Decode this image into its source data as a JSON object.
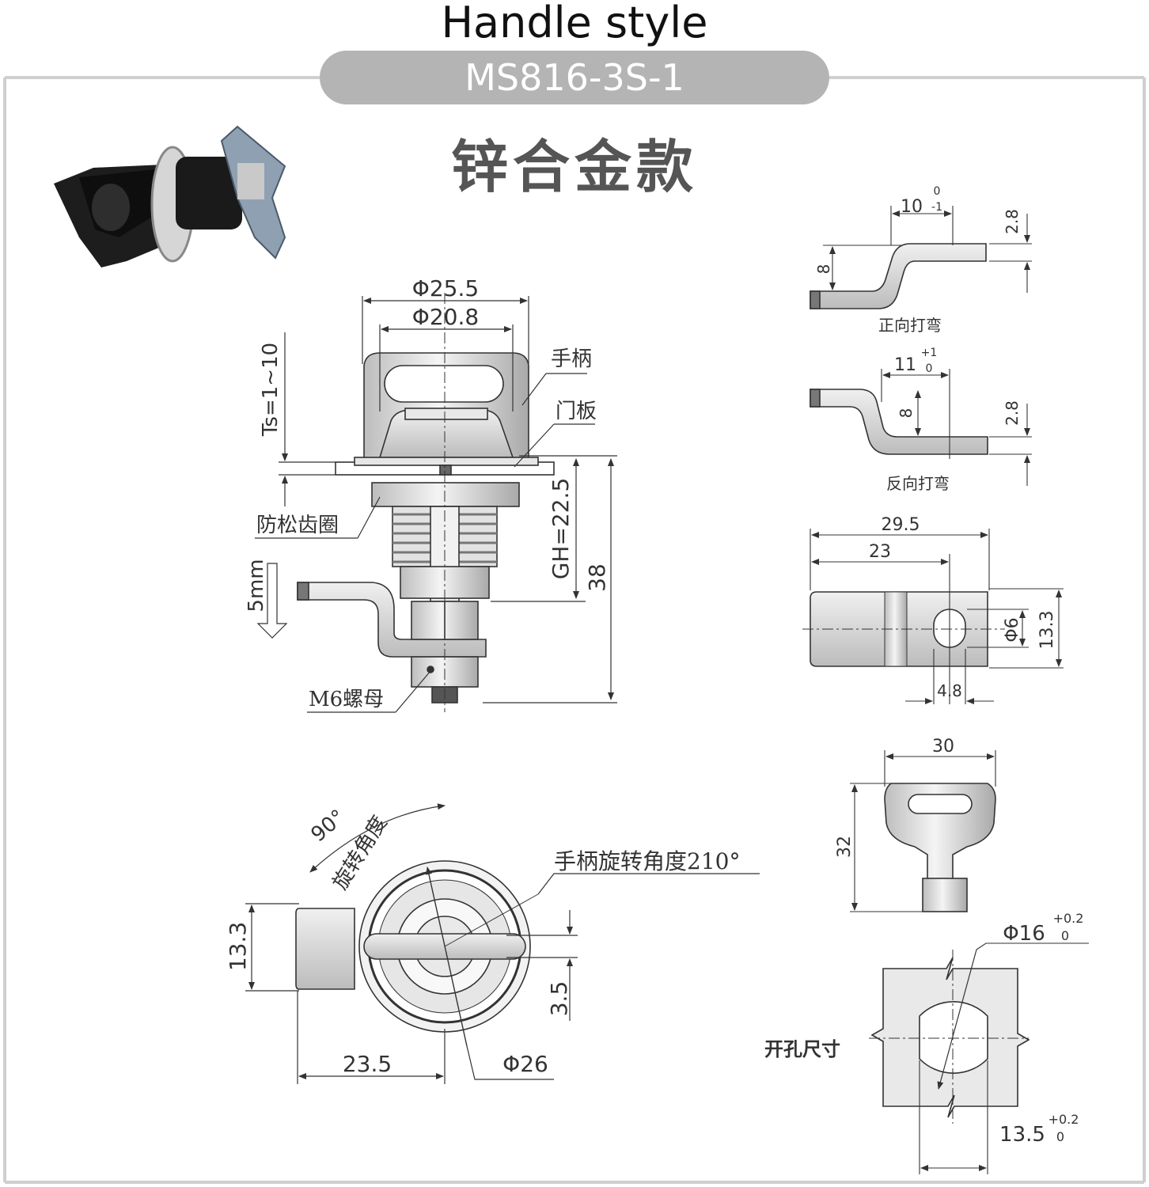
{
  "header": {
    "title": "Handle style",
    "model": "MS816-3S-1",
    "subtitle": "锌合金款"
  },
  "main_view": {
    "dia_outer": "Φ25.5",
    "dia_inner": "Φ20.8",
    "ts": "Ts=1~10",
    "gh": "GH=22.5",
    "total_height": "38",
    "travel": "5mm",
    "label_handle": "手柄",
    "label_door": "门板",
    "label_washer": "防松齿圈",
    "label_nut": "M6螺母"
  },
  "front_view": {
    "angle": "90°",
    "angle_label": "旋转角度",
    "handle_rotation": "手柄旋转角度210°",
    "height": "13.3",
    "offset": "3.5",
    "width": "23.5",
    "dia": "Φ26"
  },
  "cam_forward": {
    "length": "10",
    "tol_upper": "0",
    "tol_lower": "-1",
    "thickness": "2.8",
    "height": "8",
    "caption": "正向打弯"
  },
  "cam_reverse": {
    "length": "11",
    "tol_upper": "+1",
    "tol_lower": "0",
    "thickness": "2.8",
    "height": "8",
    "caption": "反向打弯"
  },
  "cam_plan": {
    "total": "29.5",
    "to_hole": "23",
    "hole_dia": "Φ6",
    "width": "13.3",
    "slot": "4.8"
  },
  "key": {
    "width": "30",
    "height": "32"
  },
  "cutout": {
    "label": "开孔尺寸",
    "dia": "Φ16",
    "dia_tol_upper": "+0.2",
    "dia_tol_lower": "0",
    "flat": "13.5",
    "flat_tol_upper": "+0.2",
    "flat_tol_lower": "0"
  },
  "colors": {
    "accent_pill": "#b4b4b4",
    "line": "#333333",
    "part_fill": "#e4e4e4"
  }
}
